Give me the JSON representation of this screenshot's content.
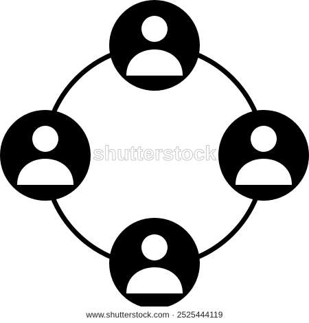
{
  "icon": {
    "name": "team-network-icon",
    "fill_color": "#000000",
    "figure_color": "#ffffff",
    "nodes": [
      {
        "name": "person-node-top"
      },
      {
        "name": "person-node-left"
      },
      {
        "name": "person-node-right"
      },
      {
        "name": "person-node-bottom"
      }
    ]
  },
  "watermark": {
    "brand": "shutterstock",
    "caption": "www.shutterstock.com · 2525444119"
  }
}
